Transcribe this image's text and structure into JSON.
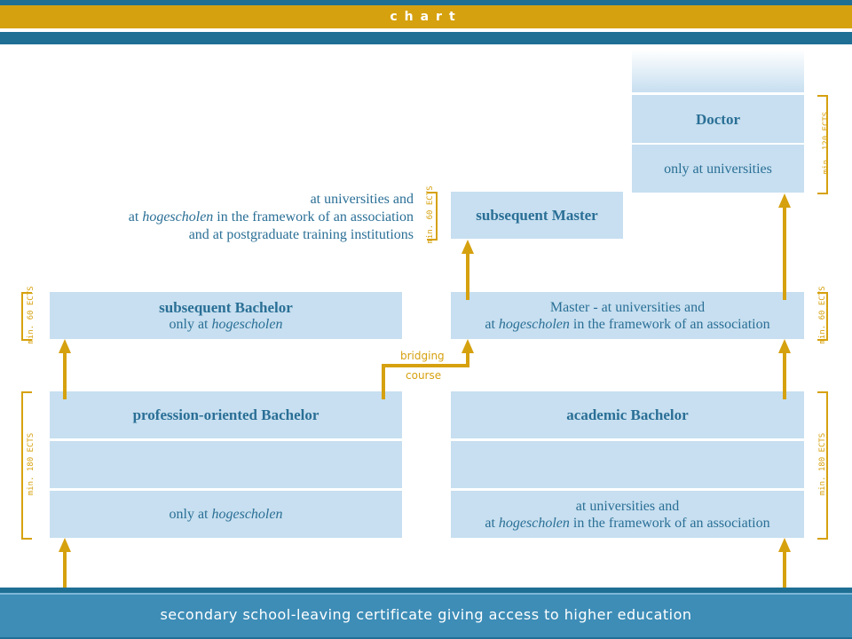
{
  "header": {
    "title": "chart"
  },
  "footer": {
    "text": "secondary school-leaving certificate giving access to higher education"
  },
  "boxes": {
    "doctor": {
      "title": "Doctor",
      "note": "only at universities"
    },
    "subsequent_master": {
      "title": "subsequent Master"
    },
    "subsequent_master_note": {
      "line1": "at universities and",
      "line2_pre": "at ",
      "line2_em": "hogescholen",
      "line2_post": " in the framework of an association",
      "line3": "and at postgraduate training institutions"
    },
    "subsequent_bachelor": {
      "title": "subsequent Bachelor",
      "note_pre": "only at ",
      "note_em": "hogescholen"
    },
    "master": {
      "line1": "Master - at universities and",
      "line2_pre": "at ",
      "line2_em": "hogescholen",
      "line2_post": " in the framework of an association"
    },
    "prof_bachelor": {
      "title": "profession-oriented Bachelor",
      "note_pre": "only at ",
      "note_em": "hogescholen"
    },
    "acad_bachelor": {
      "title": "academic Bachelor",
      "line1": "at universities and",
      "line2_pre": "at ",
      "line2_em": "hogescholen",
      "line2_post": " in the framework of an association"
    }
  },
  "bridge": {
    "line1": "bridging",
    "line2": "course"
  },
  "ects": {
    "doctor": "min. 120 ECTS",
    "sub_master": "min. 60 ECTS",
    "sub_bachelor": "min. 60 ECTS",
    "master": "min. 60 ECTS",
    "prof_bachelor": "min. 180 ECTS",
    "acad_bachelor": "min. 180 ECTS"
  },
  "colors": {
    "gold": "#d6a10f",
    "blue": "#1f6f95",
    "box": "#c7dff0",
    "text": "#2a6f96"
  }
}
